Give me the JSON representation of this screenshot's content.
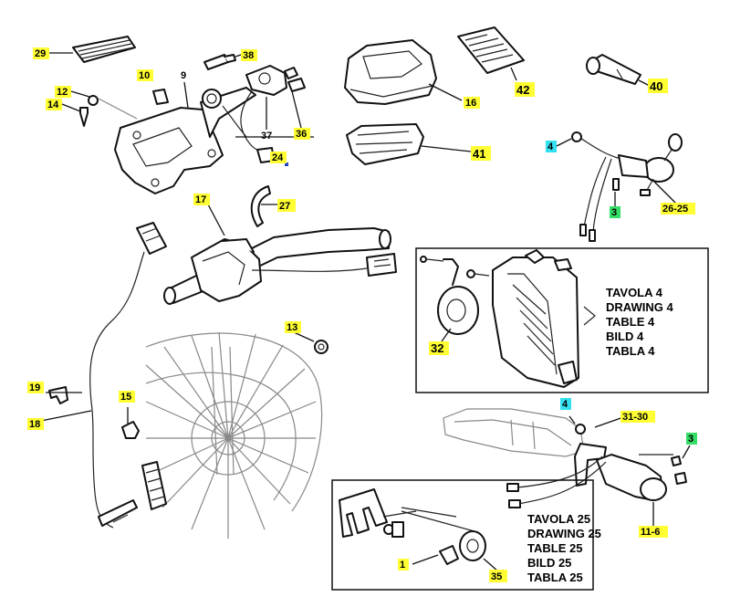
{
  "colors": {
    "label_yellow": "#ffff33",
    "label_cyan": "#33e0f0",
    "label_green": "#33dd66",
    "marker_blue": "#2244cc",
    "line": "#111111"
  },
  "labels": {
    "p29": "29",
    "p38": "38",
    "p10": "10",
    "p9": "9",
    "p12": "12",
    "p14": "14",
    "p37": "37",
    "p36": "36",
    "p24": "24",
    "p16": "16",
    "p42": "42",
    "p40": "40",
    "p41": "41",
    "p4a": "4",
    "p3a": "3",
    "p2625": "26-25",
    "p17": "17",
    "p27": "27",
    "p13": "13",
    "p32": "32",
    "p19": "19",
    "p15": "15",
    "p18": "18",
    "p4b": "4",
    "p3130": "31-30",
    "p3b": "3",
    "p116": "11-6",
    "p1": "1",
    "p35": "35"
  },
  "references": {
    "table4": [
      "TAVOLA 4",
      "DRAWING 4",
      "TABLE 4",
      "BILD 4",
      "TABLA 4"
    ],
    "table25": [
      "TAVOLA 25",
      "DRAWING 25",
      "TABLE 25",
      "BILD 25",
      "TABLA 25"
    ]
  }
}
